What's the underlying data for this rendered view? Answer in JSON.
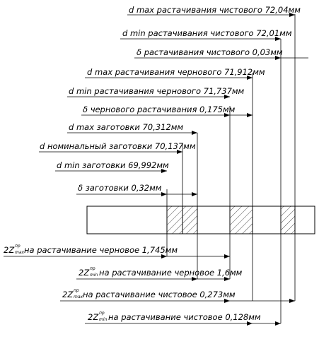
{
  "top_labels": [
    "d max растачивания чистового 72,04мм",
    "d min растачивания чистового 72,01мм",
    "δ растачивания чистового 0,03мм",
    "d max растачивания чернового 71,912мм",
    "d min растачивания чернового 71,737мм",
    "δ чернового растачивания 0,175мм",
    "d max заготовки 70,312мм",
    "d номинальный заготовки 70,137мм",
    "d min заготовки 69,992мм",
    "δ заготовки 0,32мм"
  ],
  "allowances": [
    {
      "main": "2Z",
      "sup": "пр",
      "subs": "max",
      "text": "на растачивание черновое 1,745мм"
    },
    {
      "main": "2Z",
      "sup": "пр",
      "subs": "min",
      "text": "на растачивание черновое 1,6мм"
    },
    {
      "main": "2Z",
      "sup": "пр",
      "subs": "max",
      "text": "на растачивание чистовое 0,273мм"
    },
    {
      "main": "2Z",
      "sup": "пр",
      "subs": "min",
      "text": "на растачивание чистовое 0,128мм"
    }
  ]
}
